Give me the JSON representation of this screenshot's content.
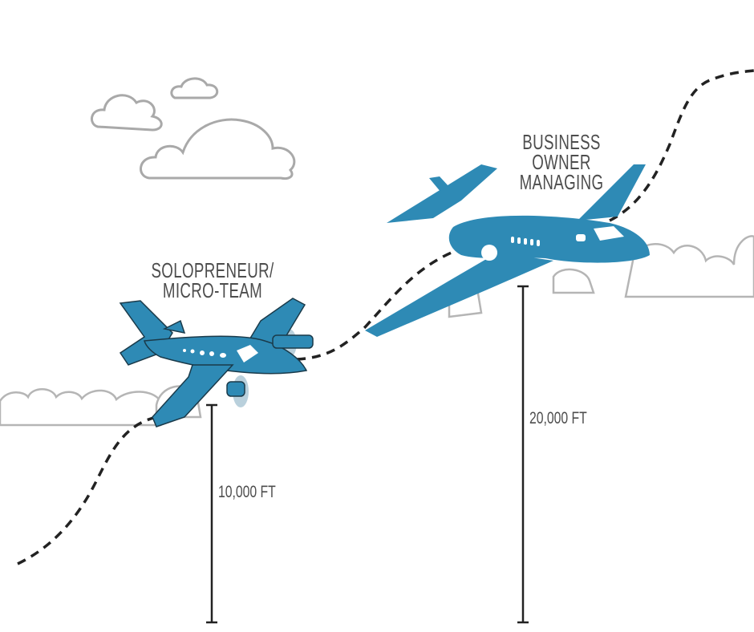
{
  "labels": {
    "solo": [
      "SOLOPRENEUR/",
      "MICRO-TEAM"
    ],
    "business": [
      "BUSINESS OWNER",
      "MANAGING"
    ]
  },
  "altitudes": {
    "solo": "10,000 FT",
    "business": "20,000 FT"
  },
  "colors": {
    "plane": "#2e8ab5",
    "text": "#4d4d4d",
    "cloud": "#a9a9a9"
  }
}
